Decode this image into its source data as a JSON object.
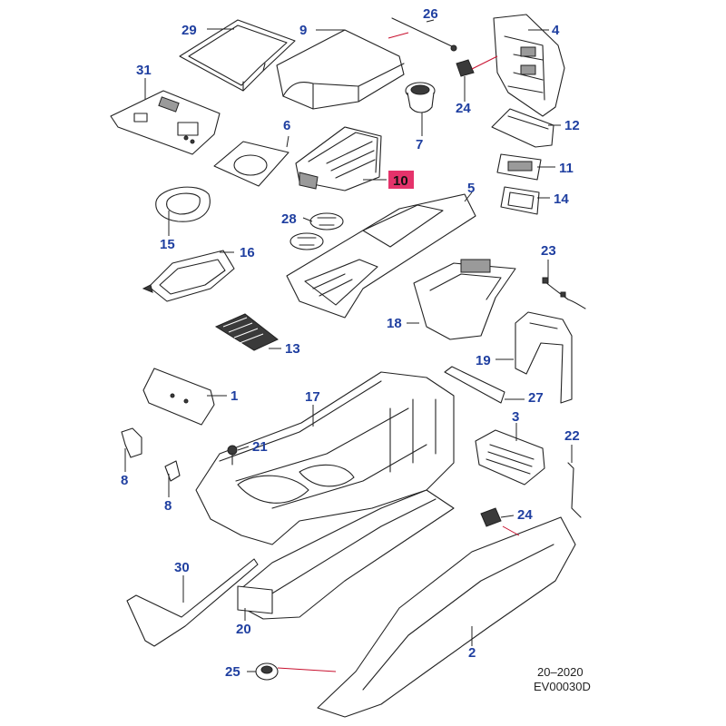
{
  "diagram": {
    "callouts": [
      {
        "id": "29",
        "label": "29"
      },
      {
        "id": "9",
        "label": "9"
      },
      {
        "id": "26",
        "label": "26"
      },
      {
        "id": "4",
        "label": "4"
      },
      {
        "id": "31",
        "label": "31"
      },
      {
        "id": "24a",
        "label": "24"
      },
      {
        "id": "12",
        "label": "12"
      },
      {
        "id": "6",
        "label": "6"
      },
      {
        "id": "7",
        "label": "7"
      },
      {
        "id": "10",
        "label": "10",
        "highlight": true
      },
      {
        "id": "11",
        "label": "11"
      },
      {
        "id": "5",
        "label": "5"
      },
      {
        "id": "14",
        "label": "14"
      },
      {
        "id": "28",
        "label": "28"
      },
      {
        "id": "15",
        "label": "15"
      },
      {
        "id": "16",
        "label": "16"
      },
      {
        "id": "23",
        "label": "23"
      },
      {
        "id": "18",
        "label": "18"
      },
      {
        "id": "13",
        "label": "13"
      },
      {
        "id": "19",
        "label": "19"
      },
      {
        "id": "1",
        "label": "1"
      },
      {
        "id": "17",
        "label": "17"
      },
      {
        "id": "27",
        "label": "27"
      },
      {
        "id": "3",
        "label": "3"
      },
      {
        "id": "22",
        "label": "22"
      },
      {
        "id": "21",
        "label": "21"
      },
      {
        "id": "8a",
        "label": "8"
      },
      {
        "id": "8b",
        "label": "8"
      },
      {
        "id": "24b",
        "label": "24"
      },
      {
        "id": "30",
        "label": "30"
      },
      {
        "id": "20",
        "label": "20"
      },
      {
        "id": "2",
        "label": "2"
      },
      {
        "id": "25",
        "label": "25"
      }
    ],
    "reference": {
      "line1": "20–2020",
      "line2": "EV00030D"
    },
    "colors": {
      "callout": "#1f3fa0",
      "highlight": "#e5336b",
      "line": "#222222",
      "accent": "#c8102e"
    }
  }
}
